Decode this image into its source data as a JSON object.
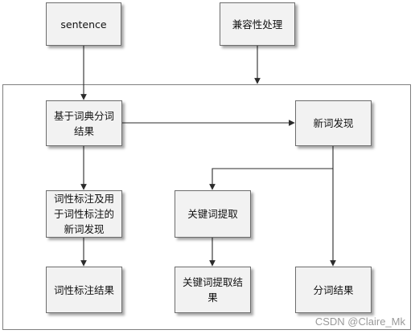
{
  "nodes": {
    "sentence": "sentence",
    "compat": "兼容性处理",
    "dict_seg": "基于词典分词结果",
    "new_word": "新词发现",
    "pos_tag": "词性标注及用于词性标注的新词发现",
    "keyword": "关键词提取",
    "pos_result": "词性标注结果",
    "keyword_result": "关键词提取结果",
    "seg_result": "分词结果"
  },
  "watermark": "CSDN @Claire_Mk"
}
